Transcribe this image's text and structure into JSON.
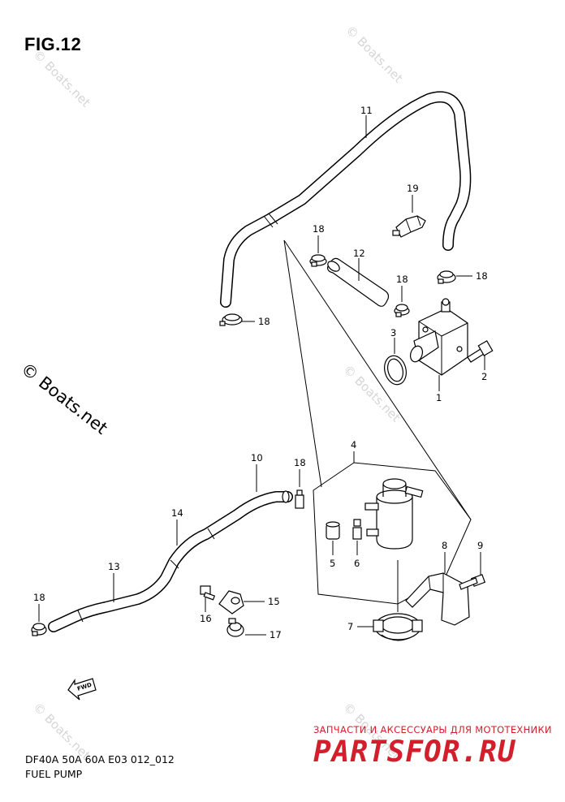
{
  "figure": {
    "title": "FIG.12",
    "model_code": "DF40A 50A 60A E03 012_012",
    "subtitle": "FUEL PUMP"
  },
  "watermarks": {
    "small": "© Boats.net",
    "large": "© Boats.net"
  },
  "shop": {
    "tagline": "ЗАПЧАСТИ И АКСЕССУАРЫ ДЛЯ МОТОТЕХНИКИ",
    "logo": "PARTSFOR.RU"
  },
  "fwd_arrow_label": "FWD",
  "callouts": {
    "c1": "1",
    "c2": "2",
    "c3": "3",
    "c4": "4",
    "c5": "5",
    "c6": "6",
    "c7": "7",
    "c8": "8",
    "c9": "9",
    "c10": "10",
    "c11": "11",
    "c12": "12",
    "c13": "13",
    "c14": "14",
    "c15": "15",
    "c16": "16",
    "c17": "17",
    "c18a": "18",
    "c18b": "18",
    "c18c": "18",
    "c18d": "18",
    "c18e": "18",
    "c18f": "18",
    "c19": "19"
  },
  "colors": {
    "line": "#000000",
    "watermark": "#d6d6d6",
    "shop_red": "#d31e2c"
  }
}
